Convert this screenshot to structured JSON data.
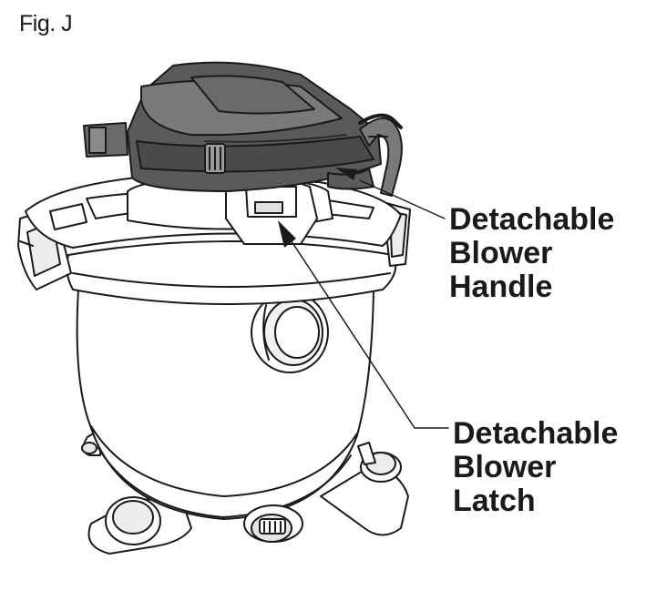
{
  "figure": {
    "label": "Fig. J"
  },
  "callouts": {
    "handle": {
      "line1": "Detachable",
      "line2": "Blower",
      "line3": "Handle"
    },
    "latch": {
      "line1": "Detachable",
      "line2": "Blower",
      "line3": "Latch"
    }
  },
  "colors": {
    "ink": "#1a1a1a",
    "blower_dark": "#5a5a5a",
    "blower_mid": "#7a7a7a",
    "blower_light": "#9a9a9a",
    "background": "#ffffff"
  }
}
